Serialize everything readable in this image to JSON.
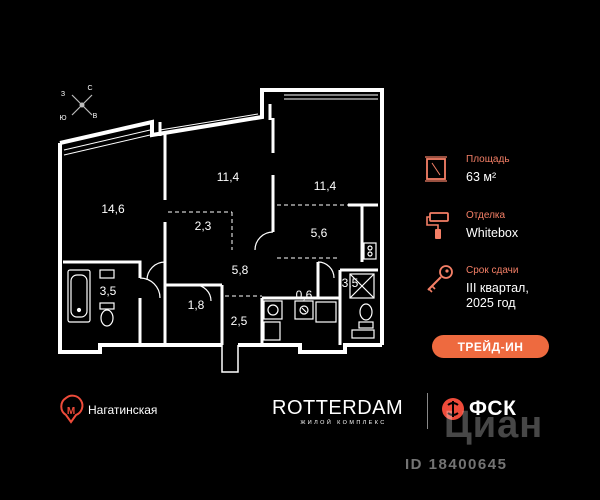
{
  "compass": {
    "north": "С",
    "south": "Ю",
    "west": "З",
    "east": "В"
  },
  "rooms": [
    {
      "label": "14,6"
    },
    {
      "label": "11,4"
    },
    {
      "label": "11,4"
    },
    {
      "label": "2,3"
    },
    {
      "label": "5,6"
    },
    {
      "label": "5,8"
    },
    {
      "label": "3,5"
    },
    {
      "label": "3,5"
    },
    {
      "label": "1,8"
    },
    {
      "label": "0,6"
    },
    {
      "label": "2,5"
    }
  ],
  "info": {
    "area_caption": "Площадь",
    "area_value": "63 м²",
    "finish_caption": "Отделка",
    "finish_value": "Whitebox",
    "deadline_caption": "Срок сдачи",
    "deadline_line1": "III квартал,",
    "deadline_line2": "2025 год"
  },
  "trade_in_label": "ТРЕЙД-ИН",
  "metro": {
    "station": "Нагатинская"
  },
  "logos": {
    "rotterdam": "ROTTERDAM",
    "rotterdam_sub": "ЖИЛОЙ КОМПЛЕКС",
    "fsk": "ФСК"
  },
  "watermark": {
    "brand": "Циан",
    "id": "ID 18400645"
  },
  "colors": {
    "accent": "#f47f66",
    "button": "#ee6a3f",
    "background": "#000000"
  }
}
